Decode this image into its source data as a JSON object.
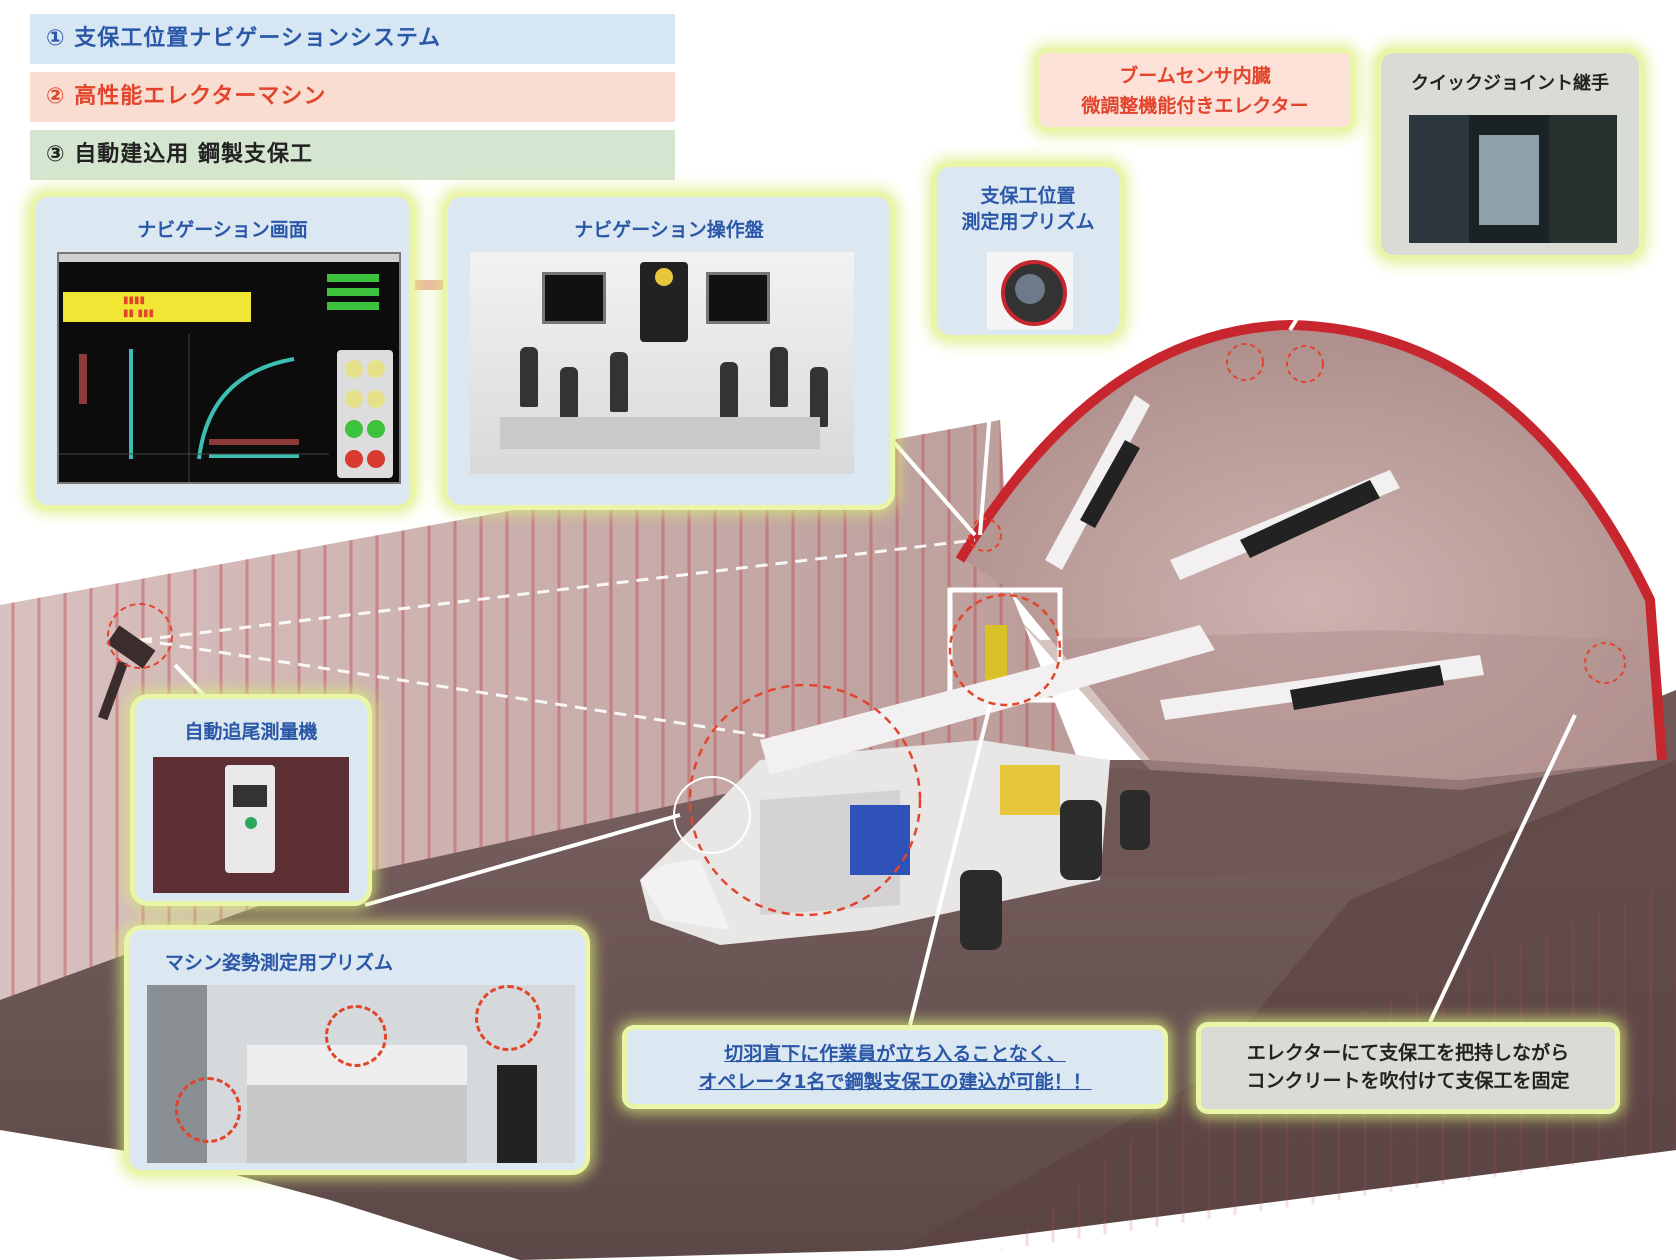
{
  "legend": {
    "item1": "① 支保工位置ナビゲーションシステム",
    "item2": "② 高性能エレクターマシン",
    "item3": "③ 自動建込用 鋼製支保工"
  },
  "callouts": {
    "nav_screen": "ナビゲーション画面",
    "nav_console": "ナビゲーション操作盤",
    "support_prism_line1": "支保工位置",
    "support_prism_line2": "測定用プリズム",
    "boom_line1": "ブームセンサ内臓",
    "boom_line2": "微調整機能付きエレクター",
    "quick_joint": "クイックジョイント継手",
    "total_station": "自動追尾測量機",
    "machine_prism": "マシン姿勢測定用プリズム",
    "operator_line1": "切羽直下に作業員が立ち入ることなく、",
    "operator_line2": "オペレータ1名で鋼製支保工の建込が可能！！",
    "concrete_line1": "エレクターにて支保工を把持しながら",
    "concrete_line2": "コンクリートを吹付けて支保工を固定"
  },
  "colors": {
    "legend1_bg": "#d6e6f2",
    "legend2_bg": "#f8ddd0",
    "legend3_bg": "#d4e6cf",
    "accent_blue": "#2a57a7",
    "accent_red": "#e2452c",
    "glow": "#eaf5a8",
    "tunnel_rock": "#c4a7a4",
    "arch_steel": "#c8262e"
  }
}
